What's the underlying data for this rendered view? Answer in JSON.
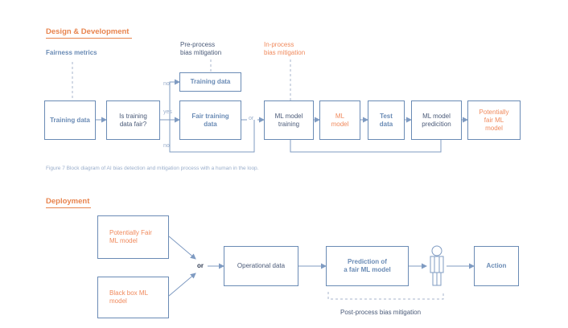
{
  "design": {
    "title": "Design & Development",
    "fairness_metrics": "Fairness metrics",
    "preprocess_label": "Pre-process\nbias mitigation",
    "inprocess_label": "In-process\nbias mitigation",
    "training_data": "Training data",
    "decision": "Is training\ndata fair?",
    "retrain_box": "Training data",
    "fair_training_data": "Fair training\ndata",
    "branch_no_top": "no",
    "branch_yes": "yes",
    "branch_no_bottom": "no",
    "or": "or",
    "ml_model_training": "ML model\ntraining",
    "ml_model": "ML\nmodel",
    "test_data": "Test\ndata",
    "ml_model_prediction": "ML model\npredicition",
    "potentially_fair": "Potentially\nfair ML\nmodel"
  },
  "caption": "Figure 7 Block diagram of AI bias detection and mitigation process with a human in the loop.",
  "deployment": {
    "title": "Deployment",
    "potentially_fair": "Potentially Fair\nML model",
    "black_box": "Black box ML\nmodel",
    "or": "or",
    "operational_data": "Operational data",
    "prediction": "Prediction of\na fair ML model",
    "action": "Action",
    "postprocess_label": "Post-process bias mitigation"
  },
  "colors": {
    "accent": "#e8844e",
    "box_border": "#6a8bb5",
    "arrow": "#7f9bc2",
    "dashed": "#a7b6cc"
  }
}
